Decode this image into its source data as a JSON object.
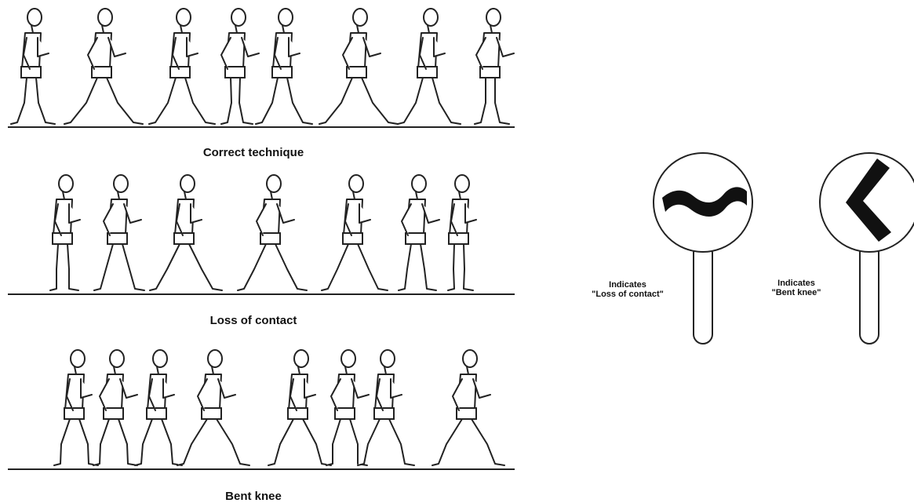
{
  "rows": [
    {
      "caption": "Correct technique"
    },
    {
      "caption": "Loss of contact"
    },
    {
      "caption": "Bent knee"
    }
  ],
  "signs": [
    {
      "line1": "Indicates",
      "line2": "\"Loss of contact\"",
      "symbol": "wavy-line-icon"
    },
    {
      "line1": "Indicates",
      "line2": "\"Bent knee\"",
      "symbol": "chevron-left-icon"
    }
  ],
  "colors": {
    "ink": "#222222",
    "background": "#ffffff"
  }
}
